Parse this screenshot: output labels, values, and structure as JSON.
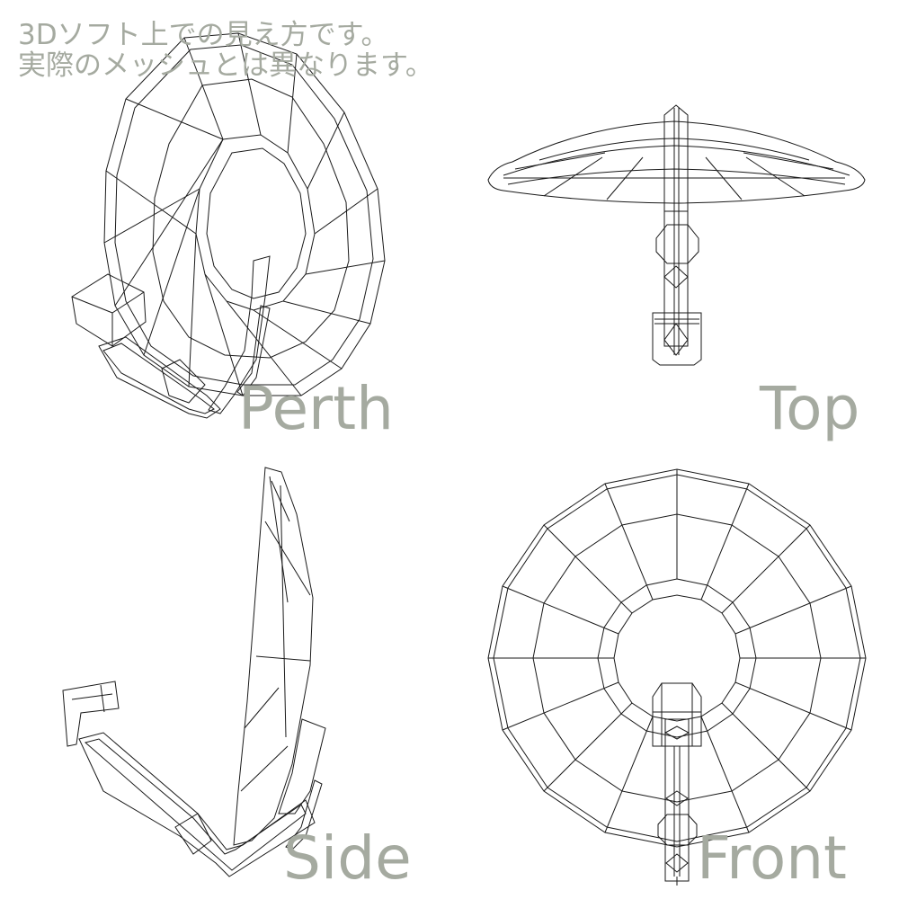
{
  "note": {
    "line1": "3Dソフト上での見え方です。",
    "line2": "実際のメッシュとは異なります。"
  },
  "views": {
    "perspective": {
      "label": "Perth"
    },
    "top": {
      "label": "Top"
    },
    "side": {
      "label": "Side"
    },
    "front": {
      "label": "Front"
    }
  },
  "colors": {
    "label": "#a5aaa0",
    "wire": "#1a1a1a",
    "background": "#ffffff"
  },
  "subject": "satellite-dish-wireframe"
}
